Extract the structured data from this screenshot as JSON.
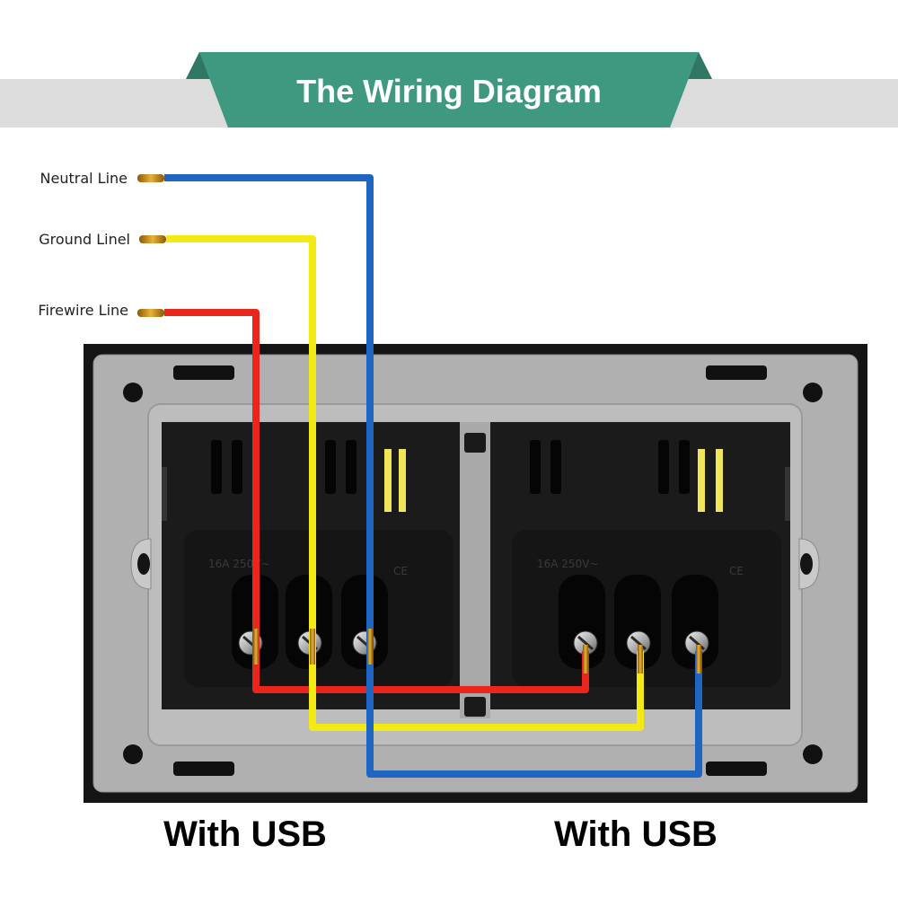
{
  "header": {
    "title": "The Wiring Diagram",
    "banner_color": "#3f9880",
    "band_color": "#dcdcdc"
  },
  "lines": {
    "neutral": {
      "label": "Neutral Line",
      "color": "#1f66c2"
    },
    "ground": {
      "label": "Ground Linel",
      "color": "#f2ea12"
    },
    "fire": {
      "label": "Firewire Line",
      "color": "#e8261c"
    }
  },
  "sockets": [
    {
      "caption": "With USB",
      "rating": "16A 250V~",
      "ce": "CE"
    },
    {
      "caption": "With USB",
      "rating": "16A 250V~",
      "ce": "CE"
    }
  ]
}
